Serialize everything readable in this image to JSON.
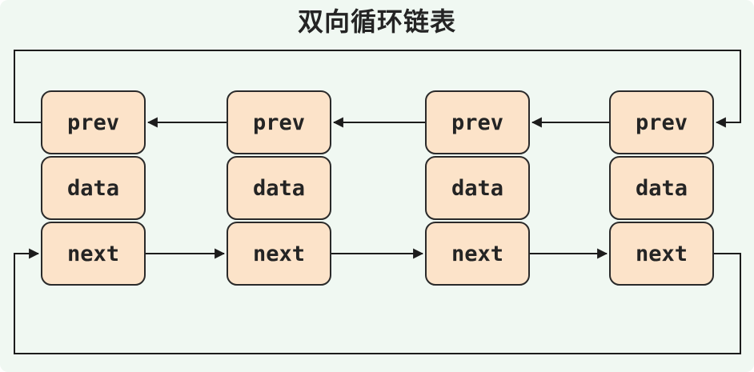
{
  "title": "双向循环链表",
  "colors": {
    "background": "#f0f8f2",
    "node_fill": "#fce3c9",
    "node_border": "#2a2a2a",
    "connector": "#1c1c1c",
    "text": "#242424"
  },
  "nodes": [
    {
      "prev": "prev",
      "data": "data",
      "next": "next"
    },
    {
      "prev": "prev",
      "data": "data",
      "next": "next"
    },
    {
      "prev": "prev",
      "data": "data",
      "next": "next"
    },
    {
      "prev": "prev",
      "data": "data",
      "next": "next"
    }
  ]
}
